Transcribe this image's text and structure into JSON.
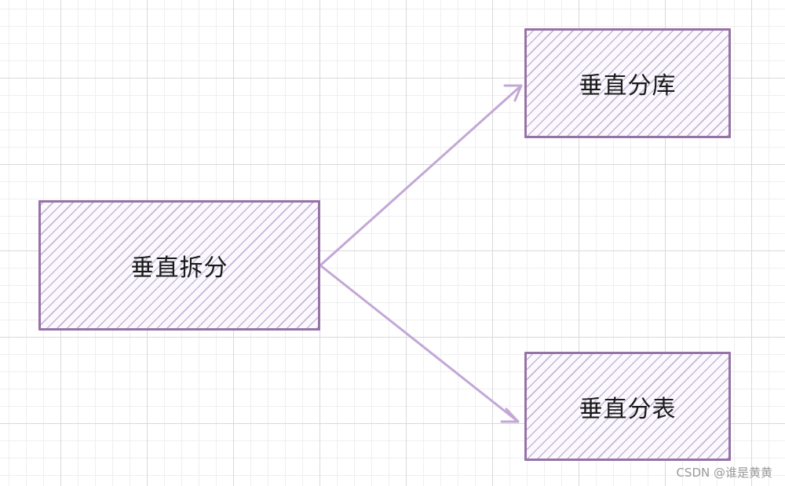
{
  "diagram": {
    "source": {
      "label": "垂直拆分"
    },
    "targets": [
      {
        "label": "垂直分库"
      },
      {
        "label": "垂直分表"
      }
    ]
  },
  "colors": {
    "box_border": "#9673a6",
    "hatch": "#beaad2",
    "arrow": "#c3a8d6",
    "grid": "#d9d9d9"
  },
  "watermark": "CSDN @谁是黄黄"
}
